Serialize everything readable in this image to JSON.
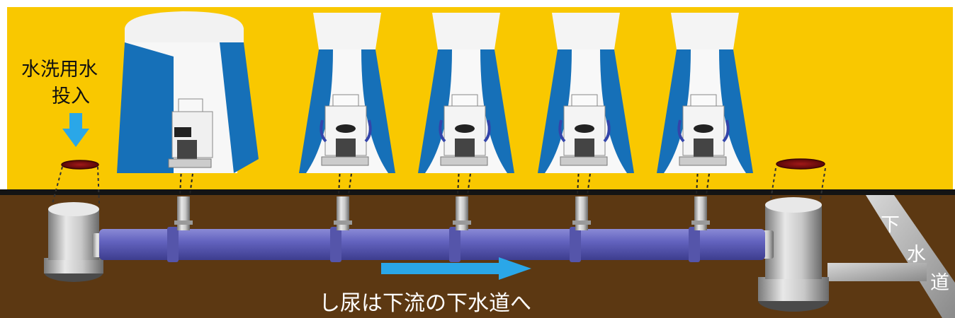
{
  "labels": {
    "water_input_line1": "水洗用水",
    "water_input_line2": "投入",
    "flow_caption": "し尿は下流の下水道へ",
    "sewer_chars": [
      "下",
      "水",
      "道"
    ]
  },
  "colors": {
    "ground_surface": "#f9c800",
    "soil": "#5c3812",
    "pipe": "#5a5ab4",
    "tent_blue": "#1670b8",
    "tent_top": "#f0f0f0",
    "manhole_lid": "#8b1111",
    "arrow_blue": "#2aa7e8",
    "surface_line": "#141414"
  },
  "icons": {
    "toilet_units": [
      "tent-toilet-icon",
      "tent-toilet-icon",
      "tent-toilet-icon",
      "tent-toilet-icon",
      "tent-toilet-icon"
    ],
    "arrows": [
      "down-arrow-icon",
      "right-arrow-icon"
    ]
  }
}
